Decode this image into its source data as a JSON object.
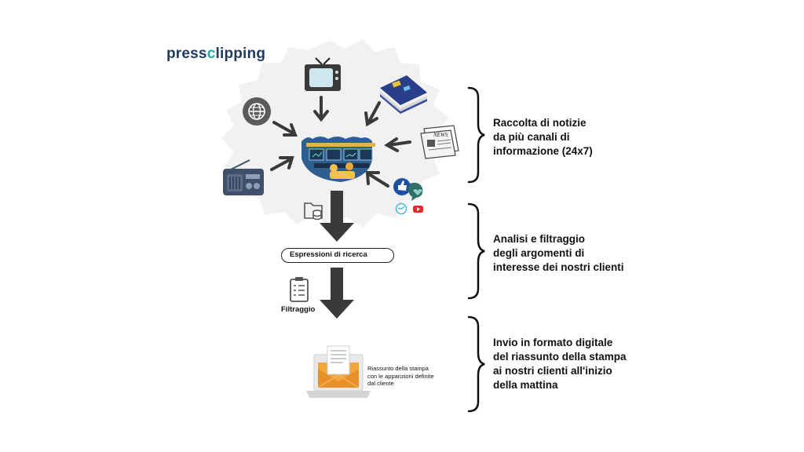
{
  "logo": {
    "pre": "press",
    "mid": "c",
    "post": "lipping"
  },
  "steps": [
    {
      "text": "Raccolta di notizie\nda più canali di\ninformazione (24x7)"
    },
    {
      "text": "Analisi e filtraggio\ndegli argomenti di\ninteresse dei nostri clienti"
    },
    {
      "text": "Invio in formato digitale\ndel riassunto della stampa\nai nostri clienti all'inizio\ndella mattina"
    }
  ],
  "search": {
    "label": "Espressioni di ricerca"
  },
  "filter": {
    "label": "Filtraggio"
  },
  "summary": {
    "text": "Riassunto della stampa\n con le apparizioni definite\n dal cliente"
  },
  "news_label": "NEWS",
  "icons": [
    "tv-icon",
    "globe-icon",
    "magazine-icon",
    "newspaper-icon",
    "radio-icon",
    "social-media-icon",
    "newsroom-illustration",
    "database-icon",
    "search-icon",
    "clipboard-icon",
    "email-laptop-icon"
  ],
  "colors": {
    "navy": "#1f3a5a",
    "teal": "#23a9a0",
    "arrow": "#3a3a3a",
    "envelope": "#f4a63a"
  }
}
